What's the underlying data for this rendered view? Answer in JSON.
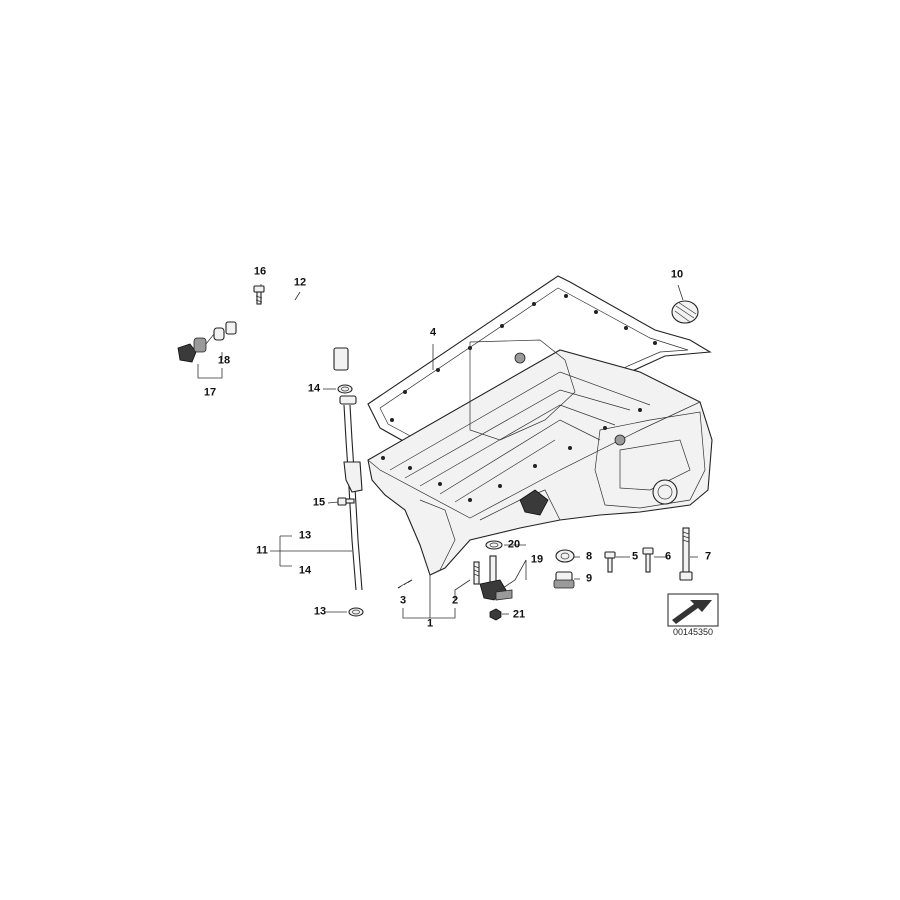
{
  "diagram": {
    "callouts": {
      "c1": "1",
      "c2": "2",
      "c3": "3",
      "c4": "4",
      "c5": "5",
      "c6": "6",
      "c7": "7",
      "c8": "8",
      "c9": "9",
      "c10": "10",
      "c11": "11",
      "c12": "12",
      "c13a": "13",
      "c13b": "13",
      "c14a": "14",
      "c14b": "14",
      "c15": "15",
      "c16": "16",
      "c17": "17",
      "c18": "18",
      "c19": "19",
      "c20": "20",
      "c21": "21"
    },
    "image_code": "00145350"
  }
}
